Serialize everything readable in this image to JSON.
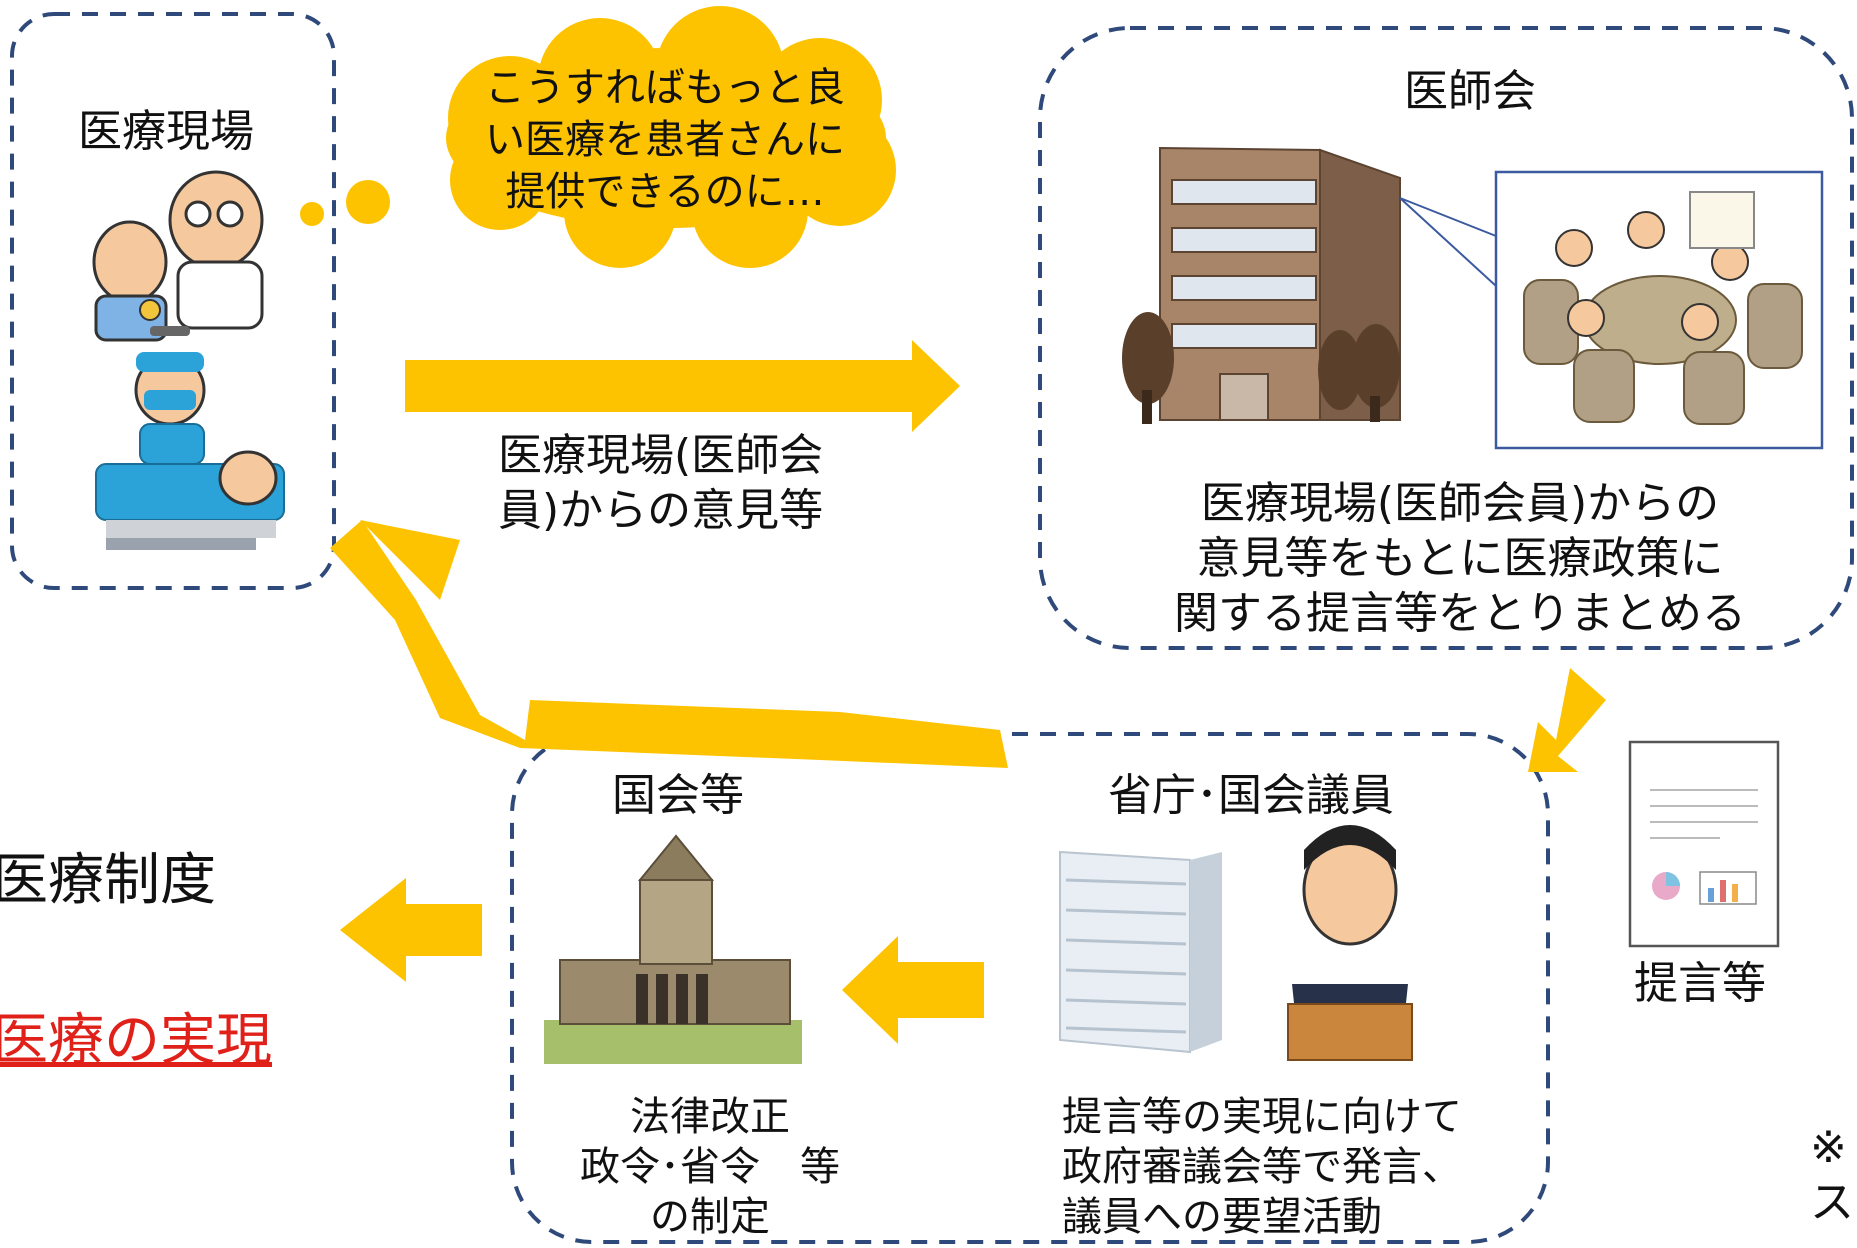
{
  "nodes": {
    "clinic": {
      "title": "医療現場"
    },
    "thought_bubble": {
      "lines": [
        "こうすればもっと良",
        "い医療を患者さんに",
        "提供できるのに…"
      ]
    },
    "association": {
      "title": "医師会",
      "description": [
        "医療現場(医師会員)からの",
        "意見等をもとに医療政策に",
        "関する提言等をとりまとめる"
      ]
    },
    "opinion_arrow_label": {
      "lines": [
        "医療現場(医師会",
        "員)からの意見等"
      ]
    },
    "government": {
      "title": "省庁･国会議員",
      "description": [
        "提言等の実現に向けて",
        "政府審議会等で発言、",
        "議員への要望活動"
      ]
    },
    "diet": {
      "title": "国会等",
      "description": [
        "法律改正",
        "政令･省令　等",
        "の制定"
      ]
    },
    "proposal_doc": {
      "label": "提言等"
    },
    "outcome": {
      "line1": "医療制度",
      "line2": "医療の実現"
    },
    "corner_note": {
      "lines": [
        "※",
        "ス"
      ]
    }
  },
  "colors": {
    "arrow": "#FDC300",
    "bubble": "#FDC300",
    "dashed_border": "#2F4A7A",
    "outcome_red": "#E0211A"
  }
}
